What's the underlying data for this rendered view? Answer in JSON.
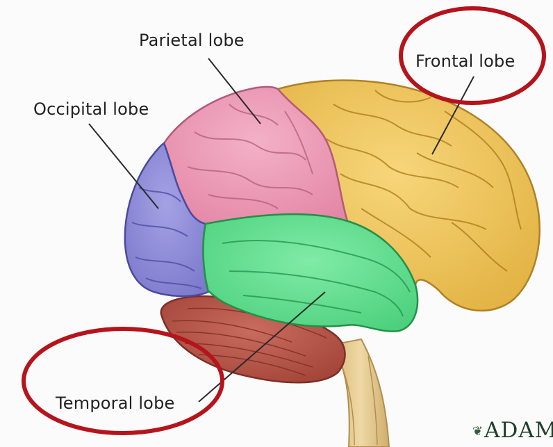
{
  "labels": {
    "parietal": "Parietal lobe",
    "frontal": "Frontal lobe",
    "occipital": "Occipital lobe",
    "temporal": "Temporal lobe"
  },
  "highlighted_labels": [
    "Frontal lobe",
    "Temporal lobe"
  ],
  "logo": "ADAM",
  "colors": {
    "frontal": "#f1c55a",
    "parietal": "#ec98b5",
    "occipital": "#8c8ad8",
    "temporal": "#62e08f",
    "cerebellum": "#b9564a",
    "brainstem": "#e3c98f",
    "highlight_ring": "#b5141c"
  }
}
